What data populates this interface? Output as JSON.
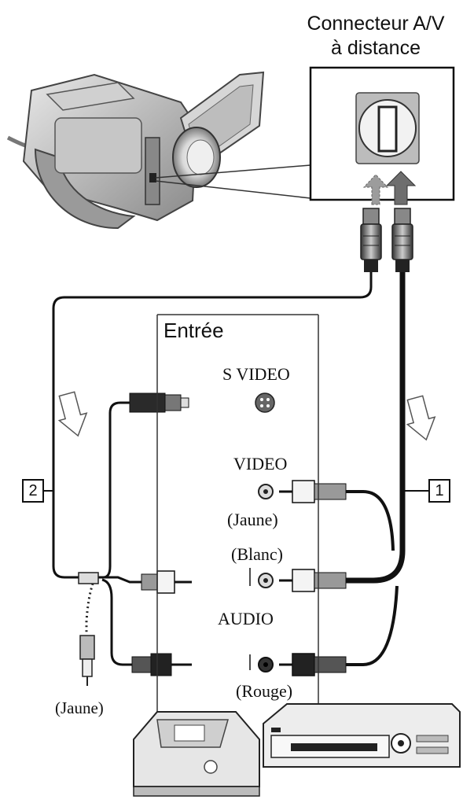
{
  "connector_label": {
    "line1": "Connecteur A/V",
    "line2": "à distance"
  },
  "input_panel": {
    "title": "Entrée",
    "s_video": "S VIDEO",
    "video": "VIDEO",
    "video_color": "(Jaune)",
    "audio_white": "(Blanc)",
    "audio": "AUDIO",
    "audio_red": "(Rouge)"
  },
  "cable_labels": {
    "cable_1": "1",
    "cable_2": "2",
    "yellow_plug": "(Jaune)"
  }
}
